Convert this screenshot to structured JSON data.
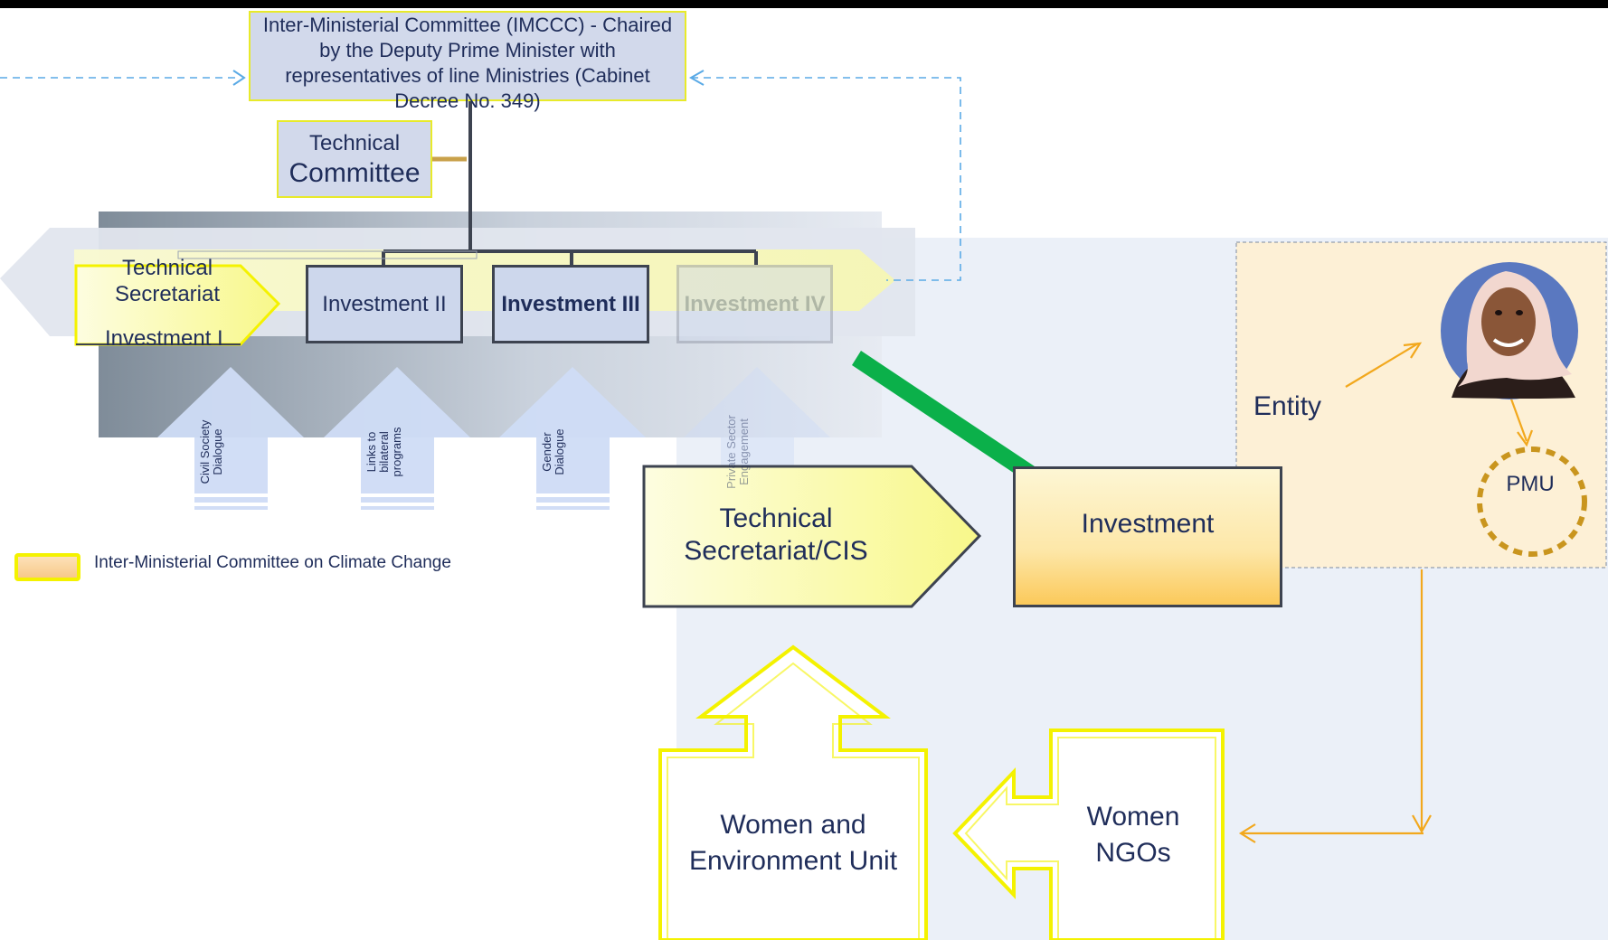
{
  "diagram": {
    "imccc_box": "Inter-Ministerial Committee (IMCCC) - Chaired by the Deputy Prime Minister with representatives of line Ministries (Cabinet Decree No. 349)",
    "technical_committee": {
      "line1": "Technical",
      "line2": "Committee"
    },
    "technical_secretariat_small": "Technical Secretariat",
    "investment_1": "Investment I",
    "investment_2": "Investment II",
    "investment_3": "Investment III",
    "investment_4": "Investment IV",
    "pillar_arrows": [
      "Civil Society Dialogue",
      "Links to bilateral programs",
      "Gender Dialogue",
      "Private Sector Engagement"
    ],
    "legend": {
      "label": "Inter-Ministerial Committee on Climate Change"
    },
    "technical_secretariat_cis": "Technical Secretariat/CIS",
    "investment_main": "Investment",
    "entity": "Entity",
    "pmu": "PMU",
    "women_env_unit": "Women and Environment Unit",
    "women_ngos": "Women NGOs"
  },
  "colors": {
    "highlight_yellow": "#f4f200",
    "box_blue": "#d2d9eb",
    "green_arrow": "#0bb04a",
    "orange_line": "#f2a81d",
    "dashed_blue": "#5aaae6",
    "text_navy": "#1f2d5a"
  },
  "icons": [
    "woman-avatar-icon"
  ]
}
